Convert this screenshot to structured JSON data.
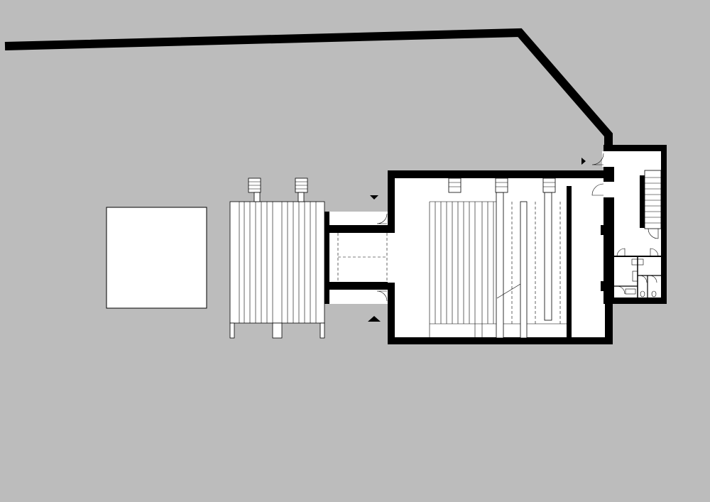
{
  "drawing": {
    "kind": "architectural floor plan",
    "background_color": "#bcbcbc",
    "wall_color": "#000000",
    "floor_color": "#ffffff",
    "spaces": [
      "boundary-wall",
      "square-pavilion",
      "seating-platform",
      "covered-passage",
      "main-hall",
      "service-wing",
      "staircase",
      "toilets"
    ],
    "entrance_markers": [
      "entrance-north",
      "entrance-south",
      "entrance-east"
    ]
  }
}
